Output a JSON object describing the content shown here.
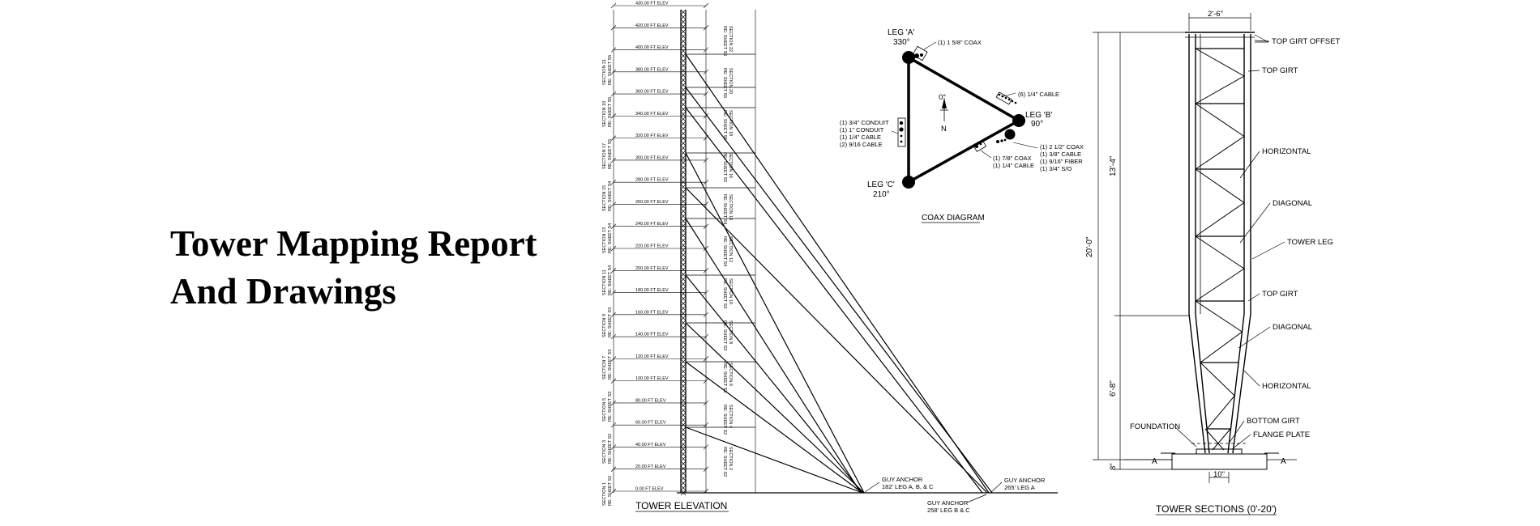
{
  "title": {
    "line1": "Tower Mapping Report",
    "line2": "And Drawings"
  },
  "elevation": {
    "caption": "TOWER ELEVATION",
    "levels": [
      "430.00 FT ELEV",
      "420.00 FT ELEV",
      "400.00 FT ELEV",
      "380.00 FT ELEV",
      "360.00 FT ELEV",
      "340.00 FT ELEV",
      "320.00 FT ELEV",
      "300.00 FT ELEV",
      "280.00 FT ELEV",
      "260.00 FT ELEV",
      "240.00 FT ELEV",
      "220.00 FT ELEV",
      "200.00 FT ELEV",
      "180.00 FT ELEV",
      "160.00 FT ELEV",
      "140.00 FT ELEV",
      "120.00 FT ELEV",
      "100.00 FT ELEV",
      "80.00 FT ELEV",
      "60.00 FT ELEV",
      "40.00 FT ELEV",
      "20.00 FT ELEV",
      "0.00 FT ELEV"
    ],
    "section_notes_left": [
      "SECTION 21 RE: SHEET S5",
      "SECTION 19 RE: SHEET S5",
      "SECTION 17 RE: SHEET S5",
      "SECTION 15 RE: SHEET S4",
      "SECTION 13 RE: SHEET S4",
      "SECTION 11 RE: SHEET S4",
      "SECTION 9 RE: SHEET S3",
      "SECTION 7 RE: SHEET S3",
      "SECTION 5 RE: SHEET S3",
      "SECTION 3 RE: SHEET S2",
      "SECTION 1 RE: SHEET S2"
    ],
    "section_notes_right": [
      "SECTION 22 RE: SHEET S6",
      "SECTION 20 RE: SHEET S5",
      "SECTION 18 RE: SHEET S5",
      "SECTION 16 RE: SHEET S5",
      "SECTION 14 RE: SHEET S4",
      "SECTION 12 RE: SHEET S4",
      "SECTION 10 RE: SHEET S3",
      "SECTION 8 RE: SHEET S3",
      "SECTION 6 RE: SHEET S3",
      "SECTION 4 RE: SHEET S2",
      "SECTION 2 RE: SHEET S2"
    ],
    "anchors": [
      {
        "line1": "GUY ANCHOR",
        "line2": "182' LEG A, B, & C"
      },
      {
        "line1": "GUY ANCHOR",
        "line2": "258' LEG B & C"
      },
      {
        "line1": "GUY ANCHOR",
        "line2": "265' LEG A"
      }
    ]
  },
  "coax": {
    "caption": "COAX DIAGRAM",
    "leg_a": {
      "name": "LEG 'A'",
      "deg": "330°"
    },
    "leg_b": {
      "name": "LEG 'B'",
      "deg": "90°"
    },
    "leg_c": {
      "name": "LEG 'C'",
      "deg": "210°"
    },
    "north_deg": "0°",
    "north": "N",
    "note_a": "(1) 1 5/8\" COAX",
    "note_ab": "(6) 1/4\" CABLE",
    "note_left": [
      "(1) 3/4\" CONDUIT",
      "(1) 1\" CONDUIT",
      "(1) 1/4\" CABLE",
      "(2) 9/16 CABLE"
    ],
    "note_b": [
      "(1) 2 1/2\" COAX",
      "(1) 3/8\" CABLE",
      "(1) 9/16\" FIBER",
      "(1) 3/4\" S/O"
    ],
    "note_bc": [
      "(1) 7/8\" COAX",
      "(1) 1/4\" CABLE"
    ]
  },
  "sections": {
    "caption": "TOWER SECTIONS (0'-20')",
    "dim_top": "2'-6\"",
    "dim_total": "20'-0\"",
    "dim_upper": "13'-4\"",
    "dim_lower": "6'-8\"",
    "dim_base": "8\"",
    "dim_plate": "10\"",
    "labels": [
      "TOP GIRT OFFSET",
      "TOP GIRT",
      "HORIZONTAL",
      "DIAGONAL",
      "TOWER LEG",
      "TOP GIRT",
      "DIAGONAL",
      "HORIZONTAL",
      "BOTTOM GIRT",
      "FLANGE PLATE"
    ],
    "foundation": "FOUNDATION",
    "section_mark": "A"
  }
}
